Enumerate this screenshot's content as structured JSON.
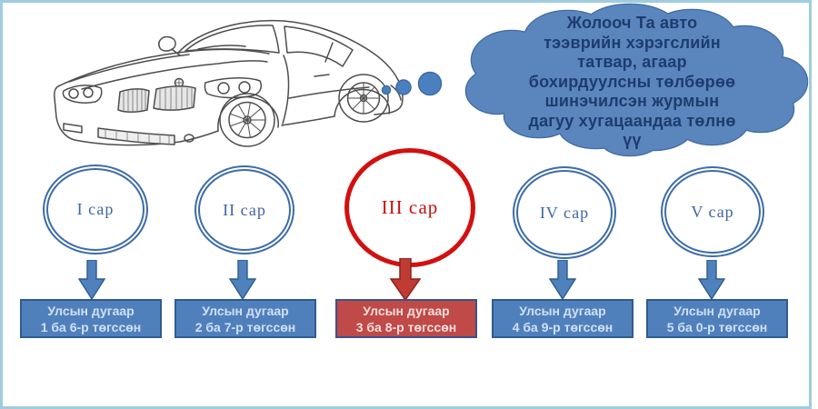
{
  "bubble": {
    "text_lines": [
      "Жолооч Та авто",
      "тээврийн хэрэгслийн",
      "татвар, агаар",
      "бохирдуулсны төлбөрөө",
      "шинэчилсэн журмын",
      "дагуу хугацаандаа төлнө",
      "үү"
    ]
  },
  "months": [
    {
      "label": "I сар",
      "box_line1": "Улсын дугаар",
      "box_line2": "1 ба 6-р төгссөн",
      "highlighted": false
    },
    {
      "label": "II сар",
      "box_line1": "Улсын дугаар",
      "box_line2": "2 ба 7-р төгссөн",
      "highlighted": false
    },
    {
      "label": "III сар",
      "box_line1": "Улсын дугаар",
      "box_line2": "3 ба 8-р төгссөн",
      "highlighted": true
    },
    {
      "label": "IV сар",
      "box_line1": "Улсын дугаар",
      "box_line2": "4 ба 9-р төгссөн",
      "highlighted": false
    },
    {
      "label": "V сар",
      "box_line1": "Улсын дугаар",
      "box_line2": "5 ба 0-р төгссөн",
      "highlighted": false
    }
  ],
  "colors": {
    "accent_blue": "#4f81bd",
    "box_fill": "#5080bc",
    "box_border": "#2f5b8f",
    "box_text": "#cfe0f5",
    "highlight_red": "#d31010",
    "highlight_box_fill": "#bf4a47",
    "highlight_box_text": "#f3dedd",
    "bubble_fill": "#5b86bd",
    "bubble_stroke": "#3f6ba3",
    "bubble_text": "#1d3c6e",
    "circle_ring": "#3c6ca8",
    "frame_border": "#9fccdf"
  }
}
